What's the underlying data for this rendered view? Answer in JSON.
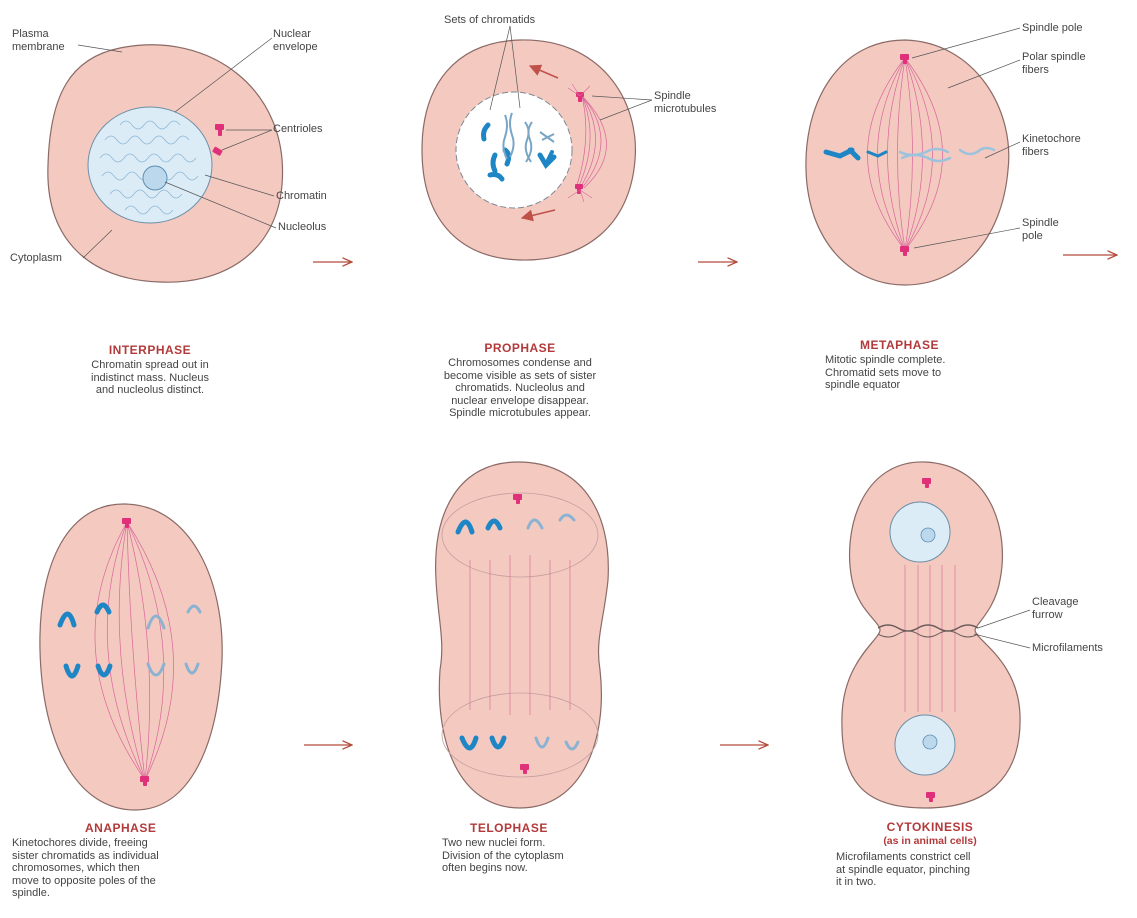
{
  "stages": [
    {
      "title": "INTERPHASE",
      "description": "Chromatin spread out in\nindistinct mass.  Nucleus\nand nucleolus distinct."
    },
    {
      "title": "PROPHASE",
      "description": "Chromosomes condense and\nbecome visible as sets of sister\nchromatids.  Nucleolus and\nnuclear envelope disappear.\nSpindle microtubules appear."
    },
    {
      "title": "METAPHASE",
      "description": "Mitotic spindle complete.\nChromatid sets move to\nspindle equator"
    },
    {
      "title": "ANAPHASE",
      "description": "Kinetochores divide, freeing\nsister chromatids as individual\nchromosomes, which then\nmove to opposite poles of the\nspindle."
    },
    {
      "title": "TELOPHASE",
      "description": "Two new nuclei form.\nDivision of the cytoplasm\noften begins now."
    },
    {
      "title": "CYTOKINESIS",
      "subtitle": "(as in animal cells)",
      "description": "Microfilaments constrict cell\nat spindle equator, pinching\nit in two."
    }
  ],
  "labels": {
    "plasma_membrane": "Plasma\nmembrane",
    "nuclear_envelope": "Nuclear\nenvelope",
    "centrioles": "Centrioles",
    "chromatin": "Chromatin",
    "nucleolus": "Nucleolus",
    "cytoplasm": "Cytoplasm",
    "sets_of_chromatids": "Sets of chromatids",
    "spindle_microtubules": "Spindle\nmicrotubules",
    "spindle_pole_top": "Spindle pole",
    "polar_spindle_fibers": "Polar spindle\nfibers",
    "kinetochore_fibers": "Kinetochore\nfibers",
    "spindle_pole_bottom": "Spindle\npole",
    "cleavage_furrow": "Cleavage\nfurrow",
    "microfilaments": "Microfilaments"
  },
  "colors": {
    "cell_fill": "#f4c9c0",
    "cell_stroke": "#8a6a66",
    "nucleus_fill": "#dcecf6",
    "chromosome_dark": "#1f86c6",
    "chromosome_light": "#9cc3de",
    "spindle": "#d8679a",
    "centriole": "#e0307a",
    "arrow": "#b34a3a",
    "title": "#b23a3a"
  }
}
